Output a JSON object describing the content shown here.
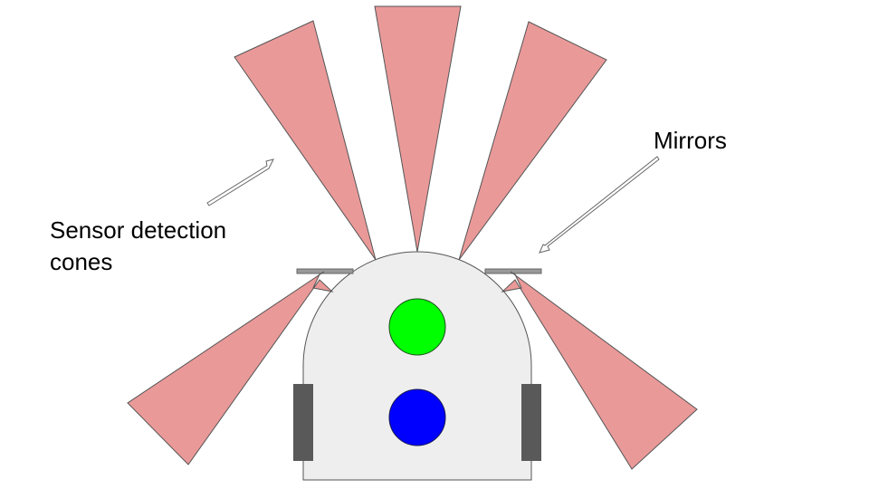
{
  "labels": {
    "sensor_detection_line1": "Sensor detection",
    "sensor_detection_line2": "cones",
    "mirrors": "Mirrors"
  },
  "colors": {
    "cone_fill": "#ea9999",
    "body_fill": "#eeeeee",
    "body_stroke": "#555555",
    "wheel_fill": "#595959",
    "mirror_fill": "#999999",
    "top_sensor": "#00ff00",
    "bottom_sensor": "#0000ff"
  }
}
